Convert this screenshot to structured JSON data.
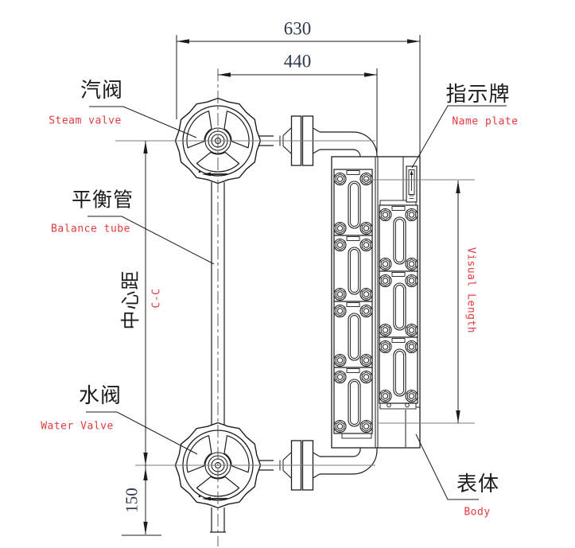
{
  "drawing": {
    "dimensions": {
      "overall_width": "630",
      "valve_to_inlet": "440",
      "bottom_extension": "150",
      "center_distance_zh": "中心距",
      "center_distance_en": "C-C",
      "visual_length_en": "Visual Length"
    },
    "labels": {
      "steam_valve": {
        "zh": "汽阀",
        "en": "Steam valve"
      },
      "balance_tube": {
        "zh": "平衡管",
        "en": "Balance tube"
      },
      "water_valve": {
        "zh": "水阀",
        "en": "Water Valve"
      },
      "name_plate": {
        "zh": "指示牌",
        "en": "Name plate"
      },
      "body": {
        "zh": "表体",
        "en": "Body"
      }
    },
    "colors": {
      "line": "#1c1c1c",
      "accent_red": "#e23b3f",
      "centerline_gray": "#7d7d7d",
      "dim_text": "#2e3a4c"
    }
  }
}
